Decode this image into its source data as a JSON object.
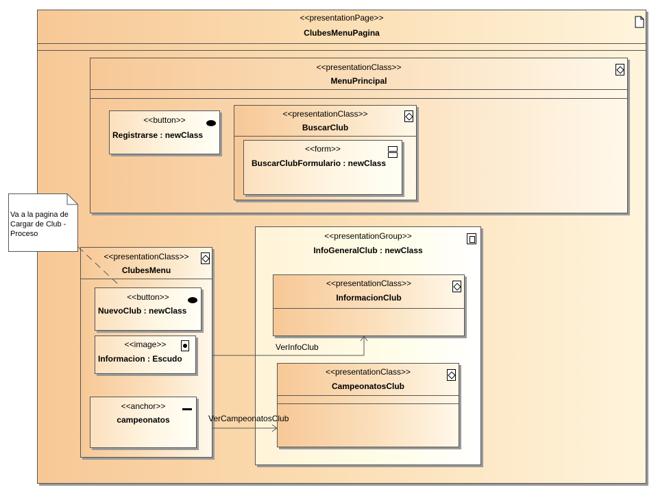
{
  "page": {
    "stereotype": "<<presentationPage>>",
    "name": "ClubesMenuPagina",
    "icon": "page-icon"
  },
  "menu_principal": {
    "stereotype": "<<presentationClass>>",
    "name": "MenuPrincipal",
    "icon": "presentation-class-icon",
    "registrarse": {
      "stereotype": "<<button>>",
      "name": "Registrarse : newClass",
      "icon": "button-icon"
    },
    "buscar_club": {
      "stereotype": "<<presentationClass>>",
      "name": "BuscarClub",
      "icon": "presentation-class-icon",
      "form": {
        "stereotype": "<<form>>",
        "name": "BuscarClubFormulario : newClass",
        "icon": "form-icon"
      }
    }
  },
  "note": {
    "lines": [
      "Va a la pagina de",
      "Cargar de Club -",
      "Proceso"
    ]
  },
  "clubes_menu": {
    "stereotype": "<<presentationClass>>",
    "name": "ClubesMenu",
    "icon": "presentation-class-icon",
    "nuevo_club": {
      "stereotype": "<<button>>",
      "name": "NuevoClub : newClass",
      "icon": "button-icon"
    },
    "informacion": {
      "stereotype": "<<image>>",
      "name": "Informacion : Escudo",
      "icon": "image-icon"
    },
    "campeonatos": {
      "stereotype": "<<anchor>>",
      "name": "campeonatos",
      "icon": "anchor-icon"
    }
  },
  "info_general": {
    "stereotype": "<<presentationGroup>>",
    "name": "InfoGeneralClub : newClass",
    "icon": "presentation-group-icon",
    "informacion_club": {
      "stereotype": "<<presentationClass>>",
      "name": "InformacionClub",
      "icon": "presentation-class-icon"
    },
    "campeonatos_club": {
      "stereotype": "<<presentationClass>>",
      "name": "CampeonatosClub",
      "icon": "presentation-class-icon"
    }
  },
  "links": {
    "ver_info": "VerInfoClub",
    "ver_campeonatos": "VerCampeonatosClub"
  }
}
